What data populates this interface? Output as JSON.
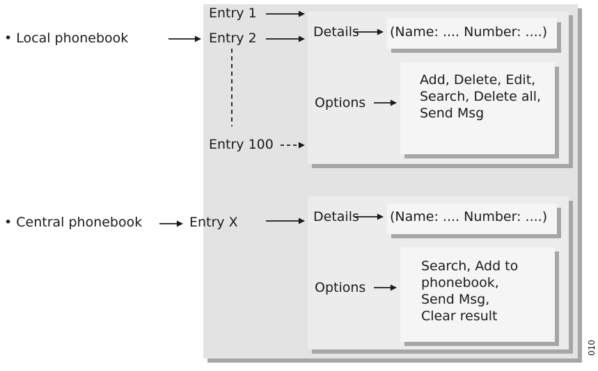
{
  "local": {
    "label": "• Local phonebook",
    "entries": [
      "Entry 1",
      "Entry 2",
      "Entry 100"
    ],
    "details_label": "Details",
    "details_value": "(Name: .... Number: ....)",
    "options_label": "Options",
    "options_lines": [
      "Add, Delete, Edit,",
      "Search, Delete all,",
      "Send Msg"
    ]
  },
  "central": {
    "label": "• Central phonebook",
    "entry": "Entry X",
    "details_label": "Details",
    "details_value": "(Name: .... Number: ....)",
    "options_label": "Options",
    "options_lines": [
      "Search, Add to",
      "phonebook,",
      "Send Msg,",
      "Clear result"
    ]
  },
  "figure_code": "010",
  "colors": {
    "panel": "#e3e3e3",
    "box": "#ececec",
    "inner": "#f5f5f5",
    "shadow": "#a6a6a6",
    "ink": "#1a1a1a"
  }
}
